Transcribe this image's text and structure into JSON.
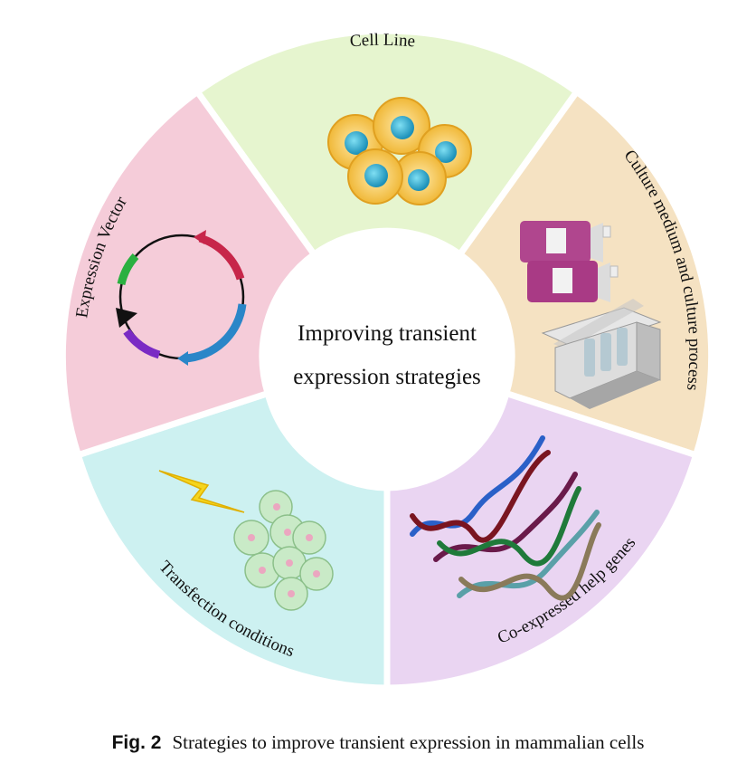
{
  "center": {
    "line1": "Improving transient",
    "line2": "expression strategies"
  },
  "segments": [
    {
      "id": "cell-line",
      "label": "Cell Line",
      "color": "#e6f5cf"
    },
    {
      "id": "culture",
      "label": "Culture medium and culture process",
      "color": "#f5e2c2"
    },
    {
      "id": "coexpressed",
      "label": "Co-expressed help genes",
      "color": "#ead5f2"
    },
    {
      "id": "transfection",
      "label": "Transfection conditions",
      "color": "#cdf1f1"
    },
    {
      "id": "vector",
      "label": "Expression Vector",
      "color": "#f5ccd9"
    }
  ],
  "caption": {
    "fig": "Fig. 2",
    "text": "Strategies to improve transient expression in mammalian cells"
  }
}
